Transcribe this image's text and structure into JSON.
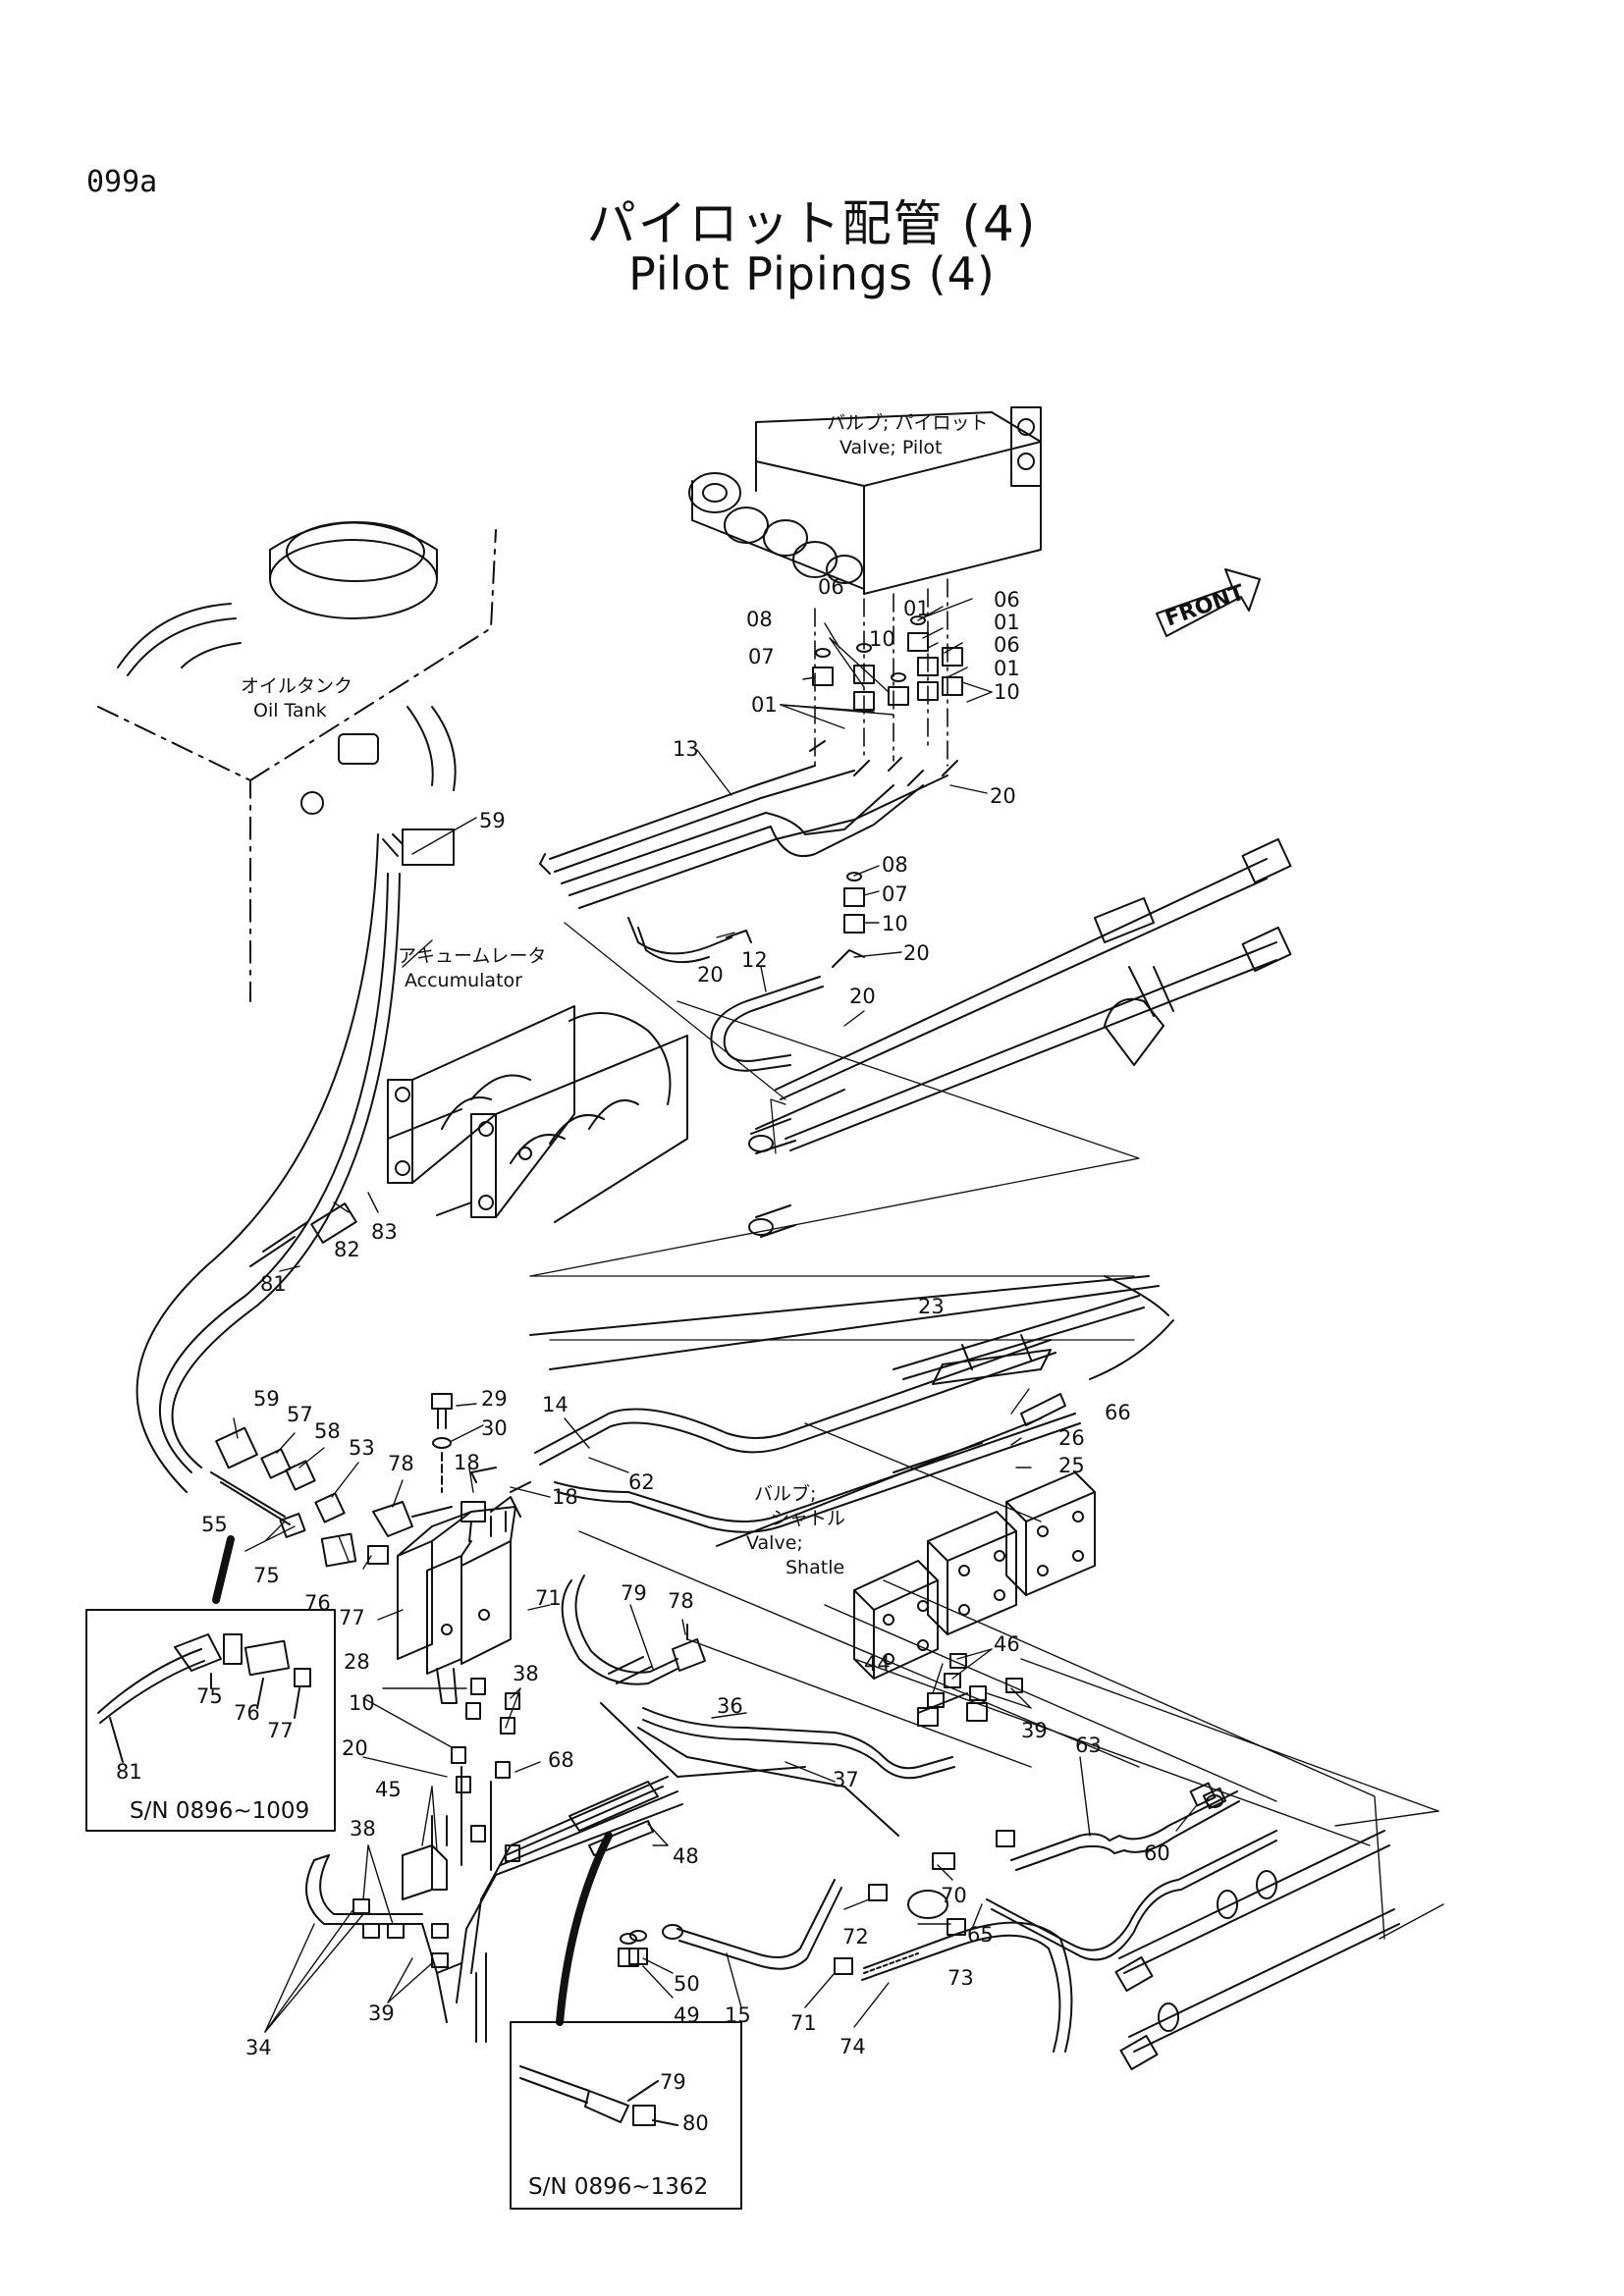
{
  "page_code": "099a",
  "title_jp": "パイロット配管 (4)",
  "title_en": "Pilot Pipings (4)",
  "direction_marker": "FRONT",
  "components": [
    {
      "id": "valve-pilot",
      "jp": "バルブ; パイロット",
      "en": "Valve; Pilot"
    },
    {
      "id": "oil-tank",
      "jp": "オイルタンク",
      "en": "Oil Tank"
    },
    {
      "id": "accumulator",
      "jp": "アキュームレータ",
      "en": "Accumulator"
    },
    {
      "id": "valve-shuttle",
      "jp1": "バルブ;",
      "jp2": "シャトル",
      "en1": "Valve;",
      "en2": "Shatle"
    }
  ],
  "insets": [
    {
      "id": "inset-1",
      "serial": "S/N 0896~1009",
      "labels": [
        "75",
        "76",
        "77",
        "81"
      ]
    },
    {
      "id": "inset-2",
      "serial": "S/N 0896~1362",
      "labels": [
        "79",
        "80"
      ]
    }
  ],
  "part_labels": [
    "01",
    "06",
    "07",
    "08",
    "10",
    "12",
    "13",
    "14",
    "15",
    "18",
    "20",
    "23",
    "25",
    "26",
    "28",
    "29",
    "30",
    "34",
    "36",
    "37",
    "38",
    "39",
    "44",
    "45",
    "46",
    "48",
    "49",
    "50",
    "53",
    "55",
    "57",
    "58",
    "59",
    "60",
    "62",
    "63",
    "65",
    "66",
    "68",
    "70",
    "71",
    "72",
    "73",
    "74",
    "75",
    "76",
    "77",
    "78",
    "79",
    "81",
    "82",
    "83"
  ]
}
